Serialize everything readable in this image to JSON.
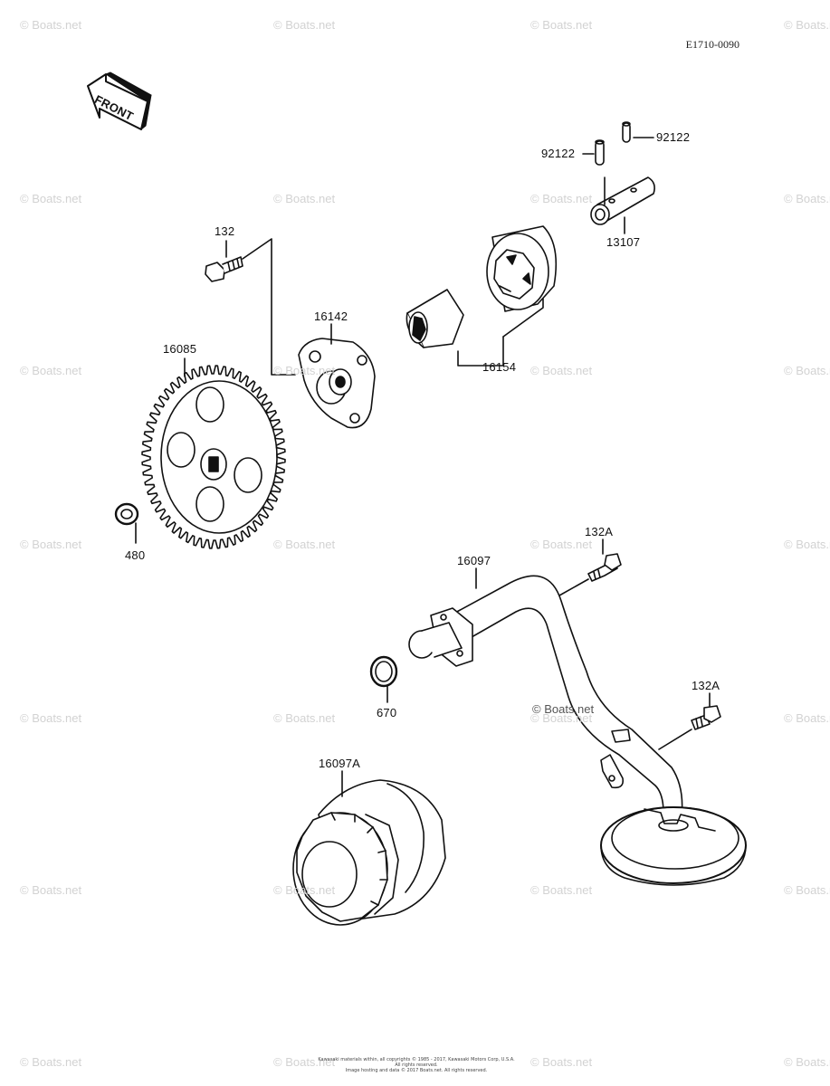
{
  "diagram_code": "E1710-0090",
  "front_arrow": {
    "label": "FRONT"
  },
  "parts": {
    "p92122a": "92122",
    "p92122b": "92122",
    "p13107": "13107",
    "p132": "132",
    "p16142": "16142",
    "p16154": "16154",
    "p16085": "16085",
    "p480": "480",
    "p132A_1": "132A",
    "p16097": "16097",
    "p132A_2": "132A",
    "p670": "670",
    "p16097A": "16097A"
  },
  "watermark": "© Boats.net",
  "copyright_line1": "Kawasaki materials within, all copyrights © 1985 - 2017, Kawasaki Motors Corp, U.S.A. All rights reserved.",
  "copyright_line2": "Image hosting and data © 2017 Boats.net. All rights reserved."
}
